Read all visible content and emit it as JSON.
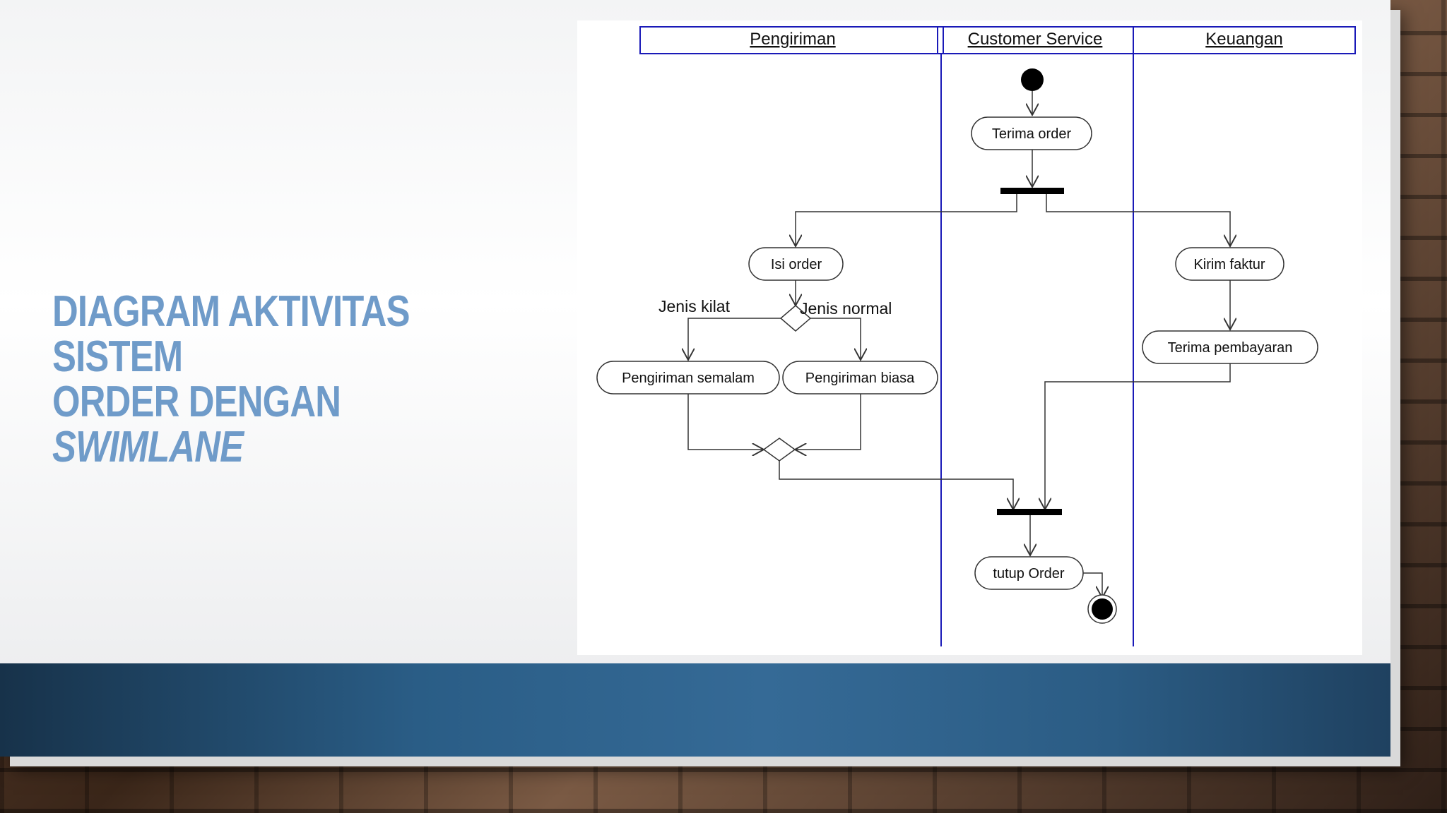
{
  "slide": {
    "title_line1": "DIAGRAM AKTIVITAS SISTEM",
    "title_line2_prefix": "ORDER DENGAN",
    "title_line2_emphasis": "SWIMLANE"
  },
  "diagram": {
    "swimlanes": [
      "Pengiriman",
      "Customer Service",
      "Keuangan"
    ],
    "activities": {
      "terima_order": "Terima order",
      "isi_order": "Isi order",
      "kirim_faktur": "Kirim faktur",
      "terima_pembayaran": "Terima pembayaran",
      "pengiriman_semalam": "Pengiriman semalam",
      "pengiriman_biasa": "Pengiriman biasa",
      "tutup_order": "tutup Order"
    },
    "guards": {
      "left": "Jenis kilat",
      "right": "Jenis normal"
    },
    "colors": {
      "lane_border": "#1a1ab8",
      "line": "#333333",
      "node": "#000000"
    }
  }
}
